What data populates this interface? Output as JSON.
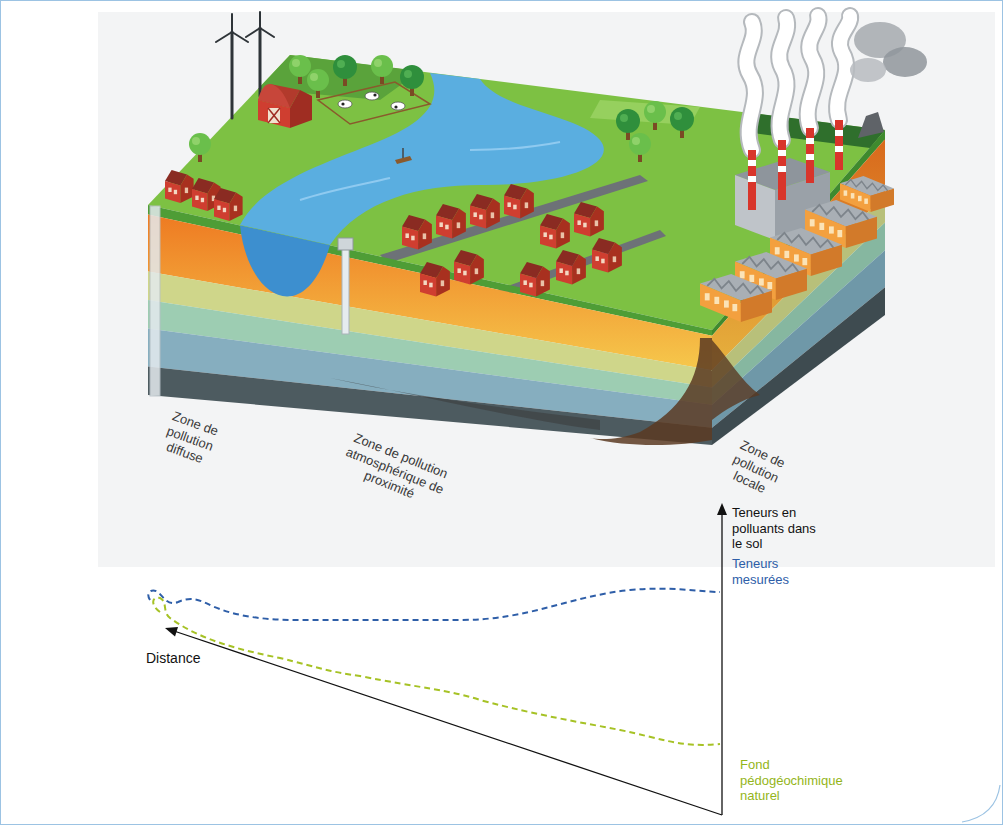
{
  "diagram": {
    "labels": [
      "Zone de pollution diffuse",
      "Zone de pollution atmosphérique de proximité",
      "Zone de pollution locale",
      "Teneurs en polluants dans le sol",
      "Teneurs mesurées",
      "Distance",
      "Fond pédogéochimique naturel"
    ]
  }
}
